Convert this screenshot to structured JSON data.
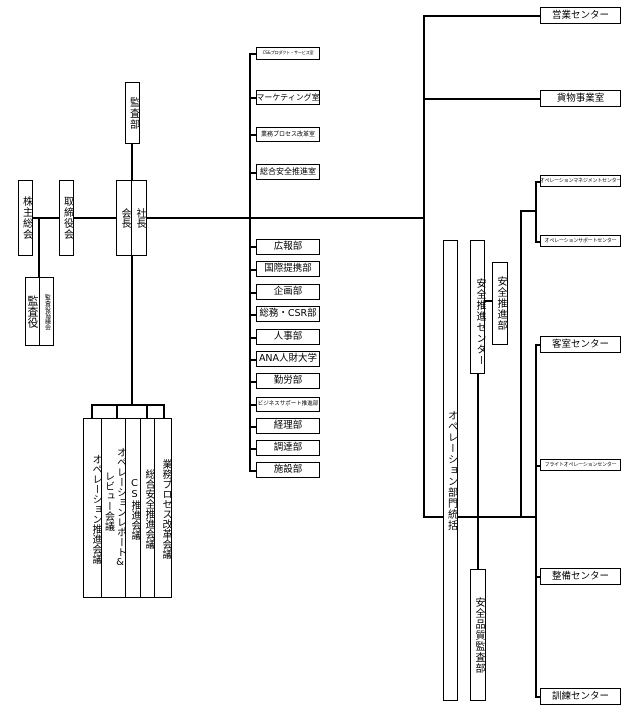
{
  "chart": {
    "governance": {
      "shareholders_meeting": "株主総会",
      "board_of_directors": "取締役会",
      "chairman": "会長",
      "president": "社長",
      "audit_dept": "監査部",
      "auditors": "監査役",
      "auditors_council": "監査役協議会"
    },
    "staff_offices": [
      "CS&プロダクト・サービス室",
      "マーケティング室",
      "業務プロセス改革室",
      "総合安全推進室"
    ],
    "departments": [
      "広報部",
      "国際提携部",
      "企画部",
      "総務・CSR部",
      "人事部",
      "ANA人財大学",
      "勤労部",
      "ビジネスサポート推進部",
      "経理部",
      "調達部",
      "施設部"
    ],
    "committees": [
      "オペレーション推進会議",
      "オペレーションレポート&レビュー会議",
      "CS推進会議",
      "総合安全推進会議",
      "業務プロセス改革会議"
    ],
    "committee_report_review_lines": [
      "オペレーションレポート&",
      "レビュー会議"
    ],
    "top_right": [
      "営業センター",
      "貨物事業室"
    ],
    "operations": {
      "operations_head": "オペレーション部門統括",
      "safety_center": "安全推進センター",
      "safety_dept": "安全推進部",
      "safety_quality_audit": "安全品質監査部",
      "management_centers": [
        "オペレーションマネジメントセンター",
        "オペレーションサポートセンター"
      ],
      "centers": [
        "客室センター",
        "フライトオペレーションセンター",
        "整備センター",
        "訓練センター"
      ]
    }
  }
}
